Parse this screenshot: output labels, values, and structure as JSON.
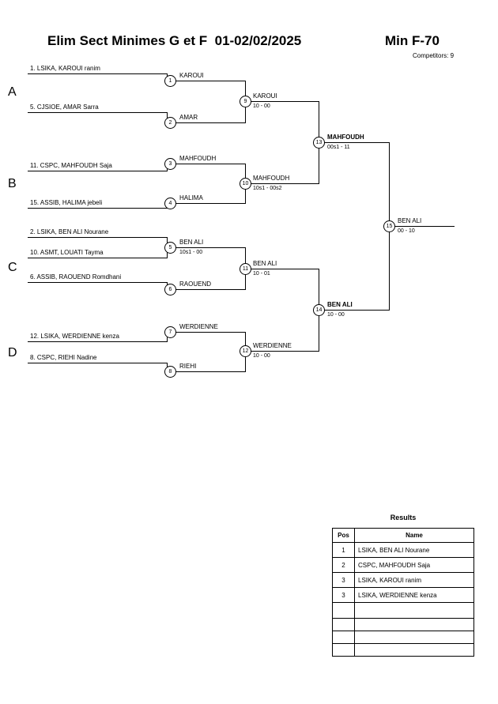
{
  "header": {
    "title": "Elim Sect Minimes G et F  01-02/02/2025",
    "category": "Min F-70",
    "competitors": "Competitors: 9"
  },
  "sections": {
    "a": "A",
    "b": "B",
    "c": "C",
    "d": "D"
  },
  "entries": [
    {
      "name": "1. LSIKA, KAROUI ranim"
    },
    {
      "name": "5. CJSIOE, AMAR Sarra"
    },
    {
      "name": "11. CSPC, MAHFOUDH Saja"
    },
    {
      "name": "15. ASSIB, HALIMA jebeli"
    },
    {
      "name": "2. LSIKA, BEN ALI Nourane"
    },
    {
      "name": "10. ASMT, LOUATI Tayma"
    },
    {
      "name": "6. ASSIB, RAOUEND Romdhani"
    },
    {
      "name": "12. LSIKA, WERDIENNE kenza"
    },
    {
      "name": "8. CSPC, RIEHI Nadine"
    }
  ],
  "fights": {
    "f1": {
      "num": "1",
      "winner": "KAROUI"
    },
    "f2": {
      "num": "2",
      "winner": "AMAR"
    },
    "f3": {
      "num": "3",
      "winner": "MAHFOUDH"
    },
    "f4": {
      "num": "4",
      "winner": "HALIMA"
    },
    "f5": {
      "num": "5",
      "winner": "BEN ALI",
      "score": "10s1 - 00"
    },
    "f6": {
      "num": "6",
      "winner": "RAOUEND"
    },
    "f7": {
      "num": "7",
      "winner": "WERDIENNE"
    },
    "f8": {
      "num": "8",
      "winner": "RIEHI"
    },
    "f9": {
      "num": "9",
      "winner": "KAROUI",
      "score": "10 - 00"
    },
    "f10": {
      "num": "10",
      "winner": "MAHFOUDH",
      "score": "10s1 - 00s2"
    },
    "f11": {
      "num": "11",
      "winner": "BEN ALI",
      "score": "10 - 01"
    },
    "f12": {
      "num": "12",
      "winner": "WERDIENNE",
      "score": "10 - 00"
    },
    "f13": {
      "num": "13",
      "winner": "MAHFOUDH",
      "score": "00s1 - 11"
    },
    "f14": {
      "num": "14",
      "winner": "BEN ALI",
      "score": "10 - 00"
    },
    "f15": {
      "num": "15",
      "winner": "BEN ALI",
      "score": "00 - 10"
    }
  },
  "results": {
    "title": "Results",
    "headers": {
      "pos": "Pos",
      "name": "Name"
    },
    "rows": [
      {
        "pos": "1",
        "name": "LSIKA, BEN ALI Nourane"
      },
      {
        "pos": "2",
        "name": "CSPC, MAHFOUDH Saja"
      },
      {
        "pos": "3",
        "name": "LSIKA, KAROUI ranim"
      },
      {
        "pos": "3",
        "name": "LSIKA, WERDIENNE kenza"
      }
    ]
  }
}
